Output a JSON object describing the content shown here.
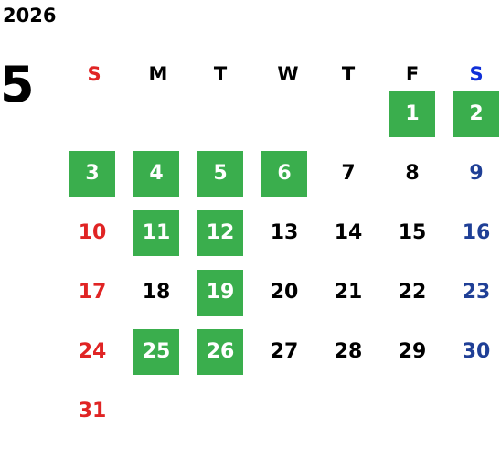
{
  "calendar": {
    "year": "2026",
    "month": "5",
    "weekdays": [
      "S",
      "M",
      "T",
      "W",
      "T",
      "F",
      "S"
    ],
    "weeks": [
      [
        "",
        "",
        "",
        "",
        "",
        "1",
        "2"
      ],
      [
        "3",
        "4",
        "5",
        "6",
        "7",
        "8",
        "9"
      ],
      [
        "10",
        "11",
        "12",
        "13",
        "14",
        "15",
        "16"
      ],
      [
        "17",
        "18",
        "19",
        "20",
        "21",
        "22",
        "23"
      ],
      [
        "24",
        "25",
        "26",
        "27",
        "28",
        "29",
        "30"
      ],
      [
        "31",
        "",
        "",
        "",
        "",
        "",
        ""
      ]
    ],
    "highlighted_days": [
      "1",
      "2",
      "3",
      "4",
      "5",
      "6",
      "11",
      "12",
      "19",
      "25",
      "26"
    ],
    "colors": {
      "highlight_bg": "#3aae4d",
      "highlight_text": "#ffffff",
      "sunday": "#e02424",
      "saturday": "#1f3f96",
      "saturday_header": "#1030d8",
      "weekday": "#000000"
    }
  }
}
